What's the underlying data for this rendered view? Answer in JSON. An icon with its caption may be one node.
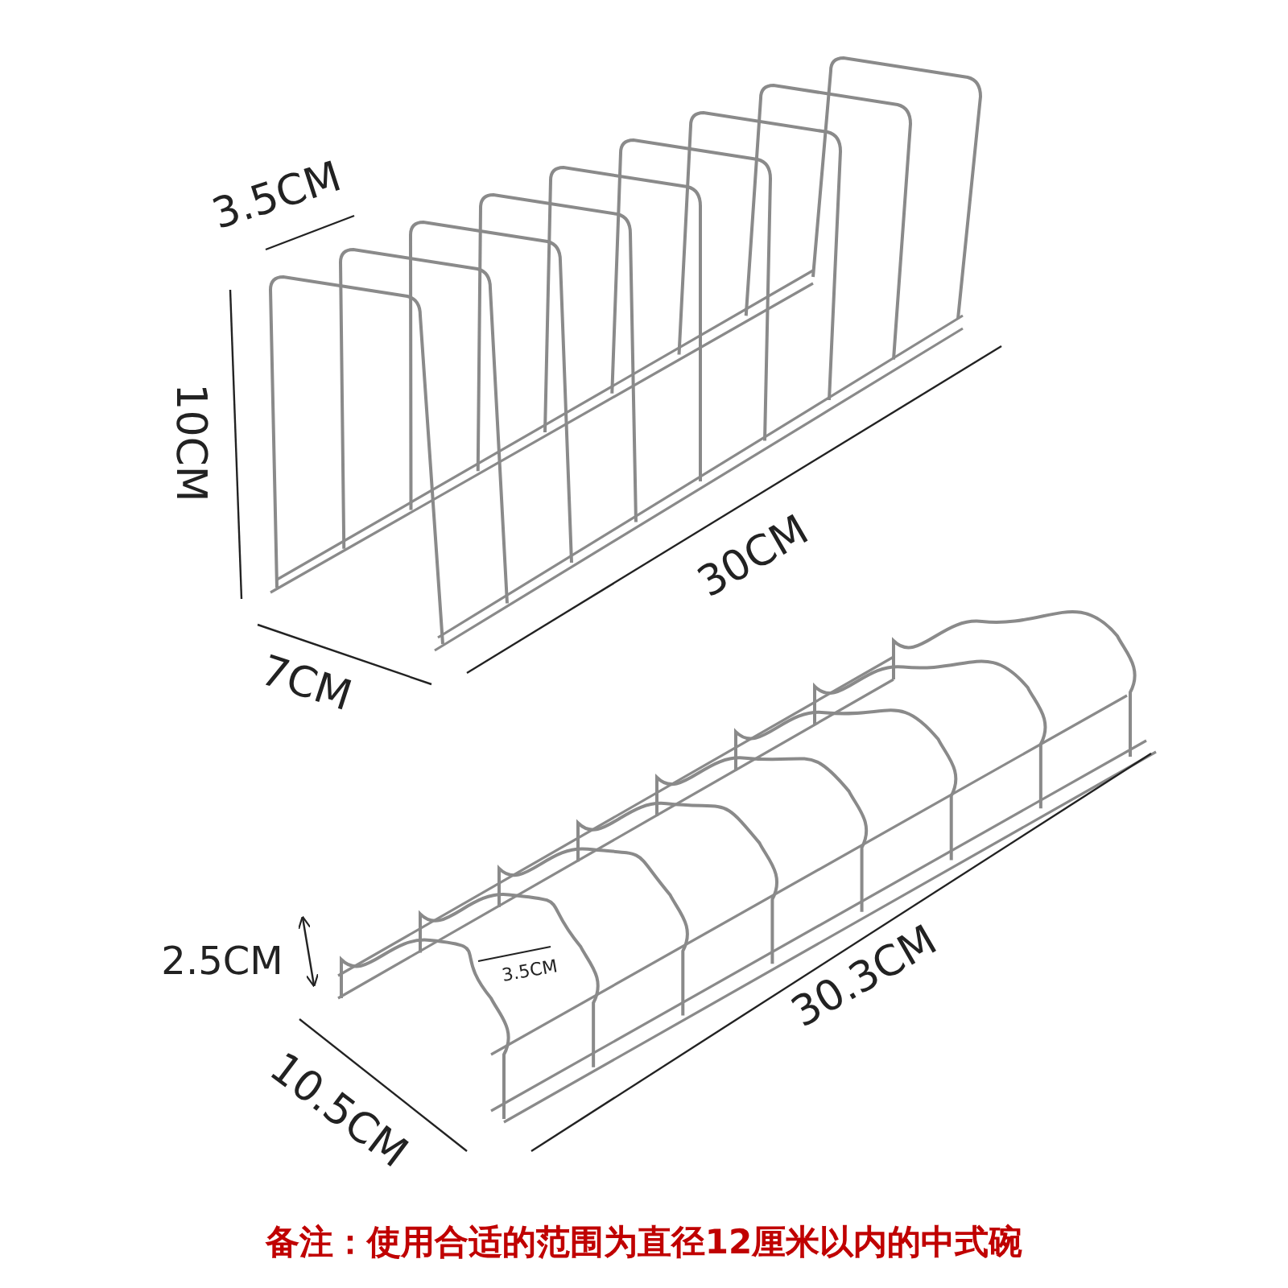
{
  "diagram": {
    "labels": [
      "3.5CM",
      "10CM",
      "30CM",
      "7CM",
      "2.5CM",
      "3.5CM",
      "30.3CM",
      "10.5CM",
      "备注：使用合适的范围为直径12厘米以内的中式碗"
    ]
  }
}
